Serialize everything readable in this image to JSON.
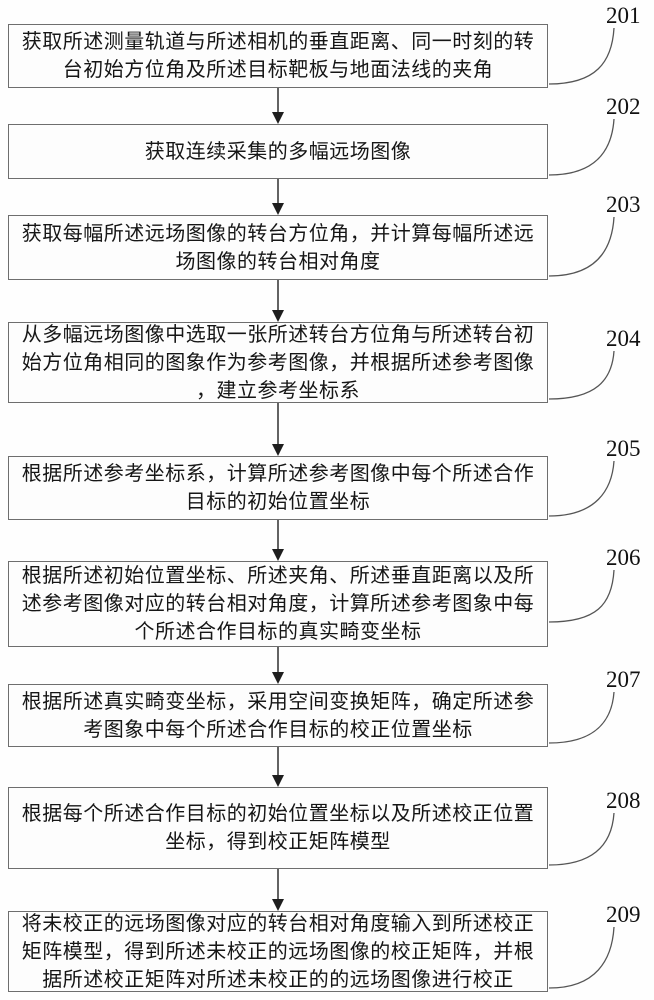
{
  "figure": {
    "steps": [
      {
        "id": "201",
        "lines": [
          "获取所述测量轨道与所述相机的垂直距离、同一时刻的转",
          "台初始方位角及所述目标靶板与地面法线的夹角"
        ]
      },
      {
        "id": "202",
        "lines": [
          "获取连续采集的多幅远场图像"
        ]
      },
      {
        "id": "203",
        "lines": [
          "获取每幅所述远场图像的转台方位角，并计算每幅所述远",
          "场图像的转台相对角度"
        ]
      },
      {
        "id": "204",
        "lines": [
          "从多幅远场图像中选取一张所述转台方位角与所述转台初",
          "始方位角相同的图象作为参考图像，并根据所述参考图像",
          "，建立参考坐标系"
        ]
      },
      {
        "id": "205",
        "lines": [
          "根据所述参考坐标系，计算所述参考图像中每个所述合作",
          "目标的初始位置坐标"
        ]
      },
      {
        "id": "206",
        "lines": [
          "根据所述初始位置坐标、所述夹角、所述垂直距离以及所",
          "述参考图像对应的转台相对角度，计算所述参考图象中每",
          "个所述合作目标的真实畸变坐标"
        ]
      },
      {
        "id": "207",
        "lines": [
          "根据所述真实畸变坐标，采用空间变换矩阵，确定所述参",
          "考图象中每个所述合作目标的校正位置坐标"
        ]
      },
      {
        "id": "208",
        "lines": [
          "根据每个所述合作目标的初始位置坐标以及所述校正位置",
          "坐标，得到校正矩阵模型"
        ]
      },
      {
        "id": "209",
        "lines": [
          "将未校正的远场图像对应的转台相对角度输入到所述校正",
          "矩阵模型，得到所述未校正的远场图像的校正矩阵，并根",
          "据所述校正矩阵对所述未校正的的远场图像进行校正"
        ]
      }
    ],
    "line_color": "#3c3c3c",
    "arrow_color": "#1e1e1e"
  }
}
